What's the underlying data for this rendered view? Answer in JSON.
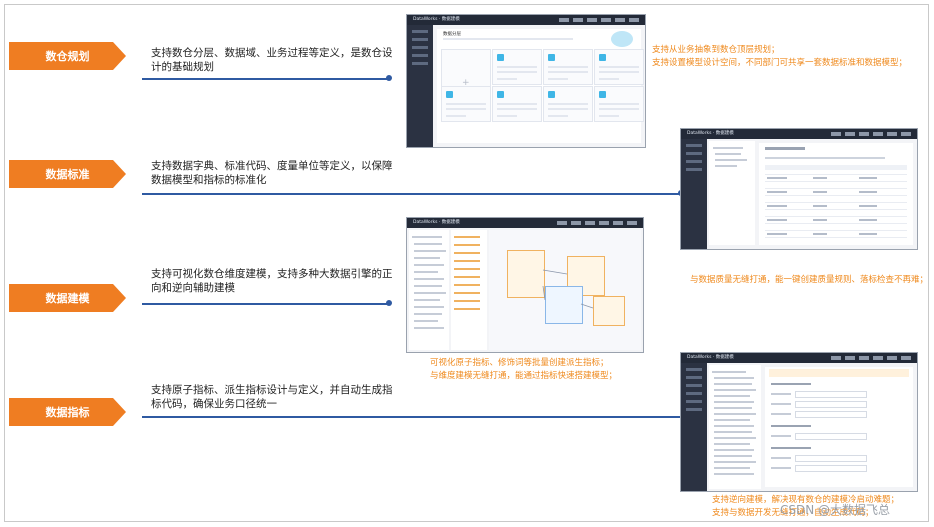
{
  "sections": [
    {
      "label": "数仓规划",
      "description": "支持数仓分层、数据域、业务过程等定义，是数仓设计的基础规划"
    },
    {
      "label": "数据标准",
      "description": "支持数据字典、标准代码、度量单位等定义，以保障数据模型和指标的标准化"
    },
    {
      "label": "数据建模",
      "description": "支持可视化数仓维度建模，支持多种大数据引擎的正向和逆向辅助建模"
    },
    {
      "label": "数据指标",
      "description": "支持原子指标、派生指标设计与定义，并自动生成指标代码，确保业务口径统一"
    }
  ],
  "notes": [
    {
      "lines": [
        "支持从业务抽象到数仓顶层规划；",
        "支持设置模型设计空间，不同部门可共享一套数据标准和数据模型；"
      ]
    },
    {
      "lines": [
        "与数据质量无缝打通，能一键创建质量规则、落标检查不再难；"
      ]
    },
    {
      "lines": [
        "可视化原子指标、修饰词等批量创建派生指标；",
        "与维度建模无缝打通，能通过指标快速搭建模型；"
      ]
    },
    {
      "lines": [
        "支持逆向建模，解决现有数仓的建模冷启动难题；",
        "支持与数据开发无缝打通，自动生成代码；"
      ]
    }
  ],
  "screens": {
    "brand": "DataWorks · 数据建模",
    "planning_title": "数据分层"
  },
  "watermark": "CSDN @大数据飞总",
  "colors": {
    "tag": "#ef7d22",
    "connector": "#2f5aa2",
    "note": "#ef8a1e"
  }
}
